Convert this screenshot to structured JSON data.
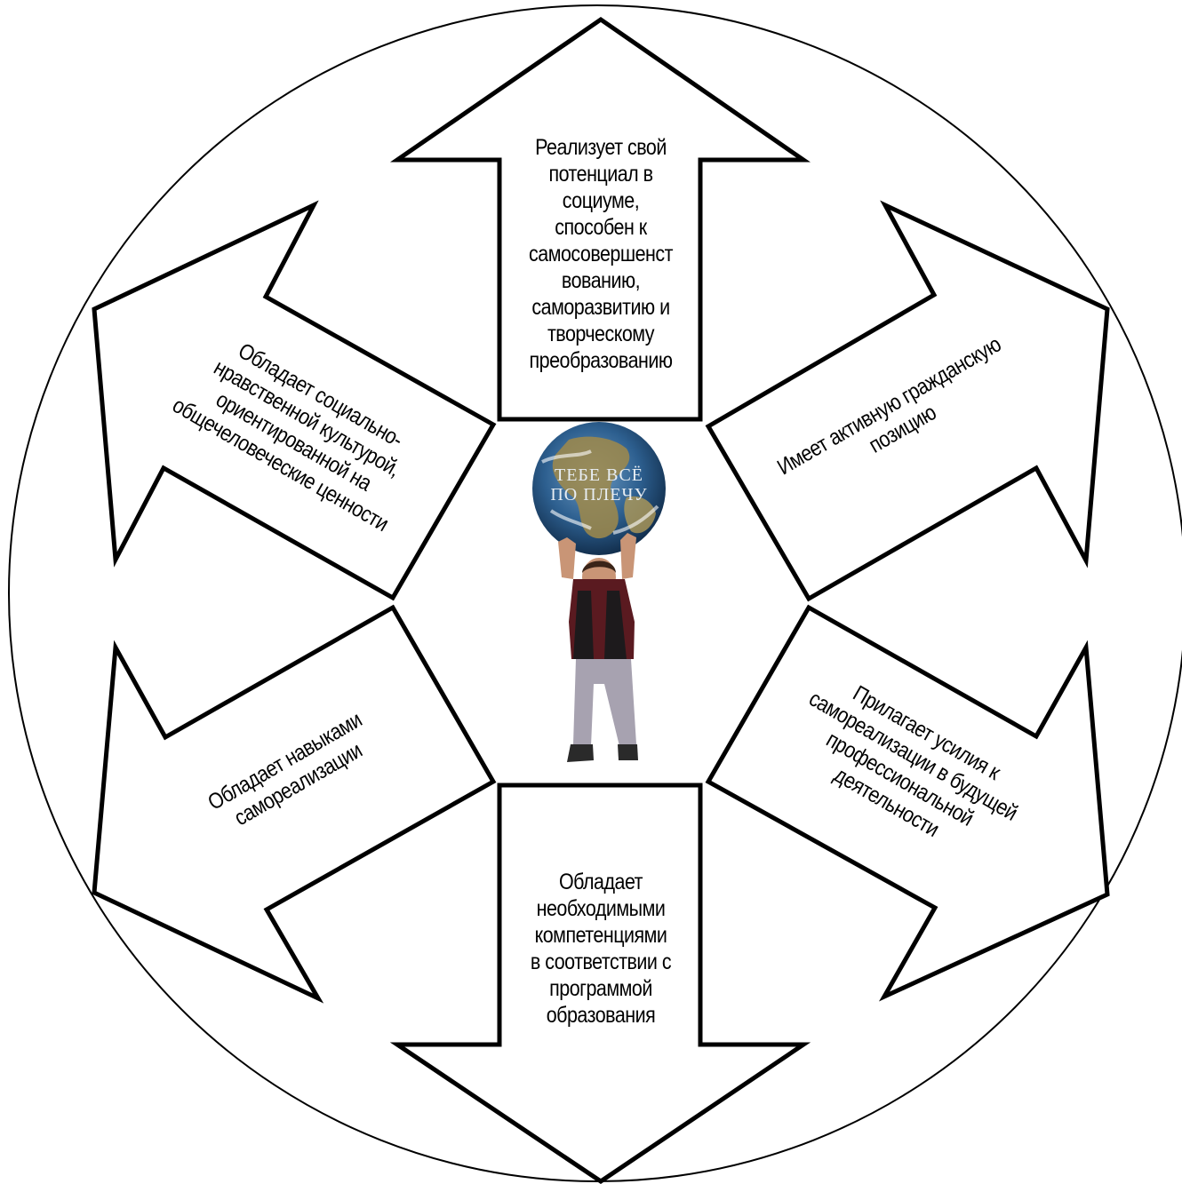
{
  "colors": {
    "outline": "#000000",
    "background": "#ffffff",
    "shirt": "#5a1a20",
    "jeans": "#a7a2b0",
    "ocean": "#2d5f8f",
    "land": "#a08a4a"
  },
  "globe": {
    "line1": "ТЕБЕ ВСЁ",
    "line2": "ПО ПЛЕЧУ"
  },
  "arrows": {
    "top": "Реализует свой\nпотенциал в\nсоциуме,\nспособен к\nсамосовершенст\nвованию,\nсаморазвитию и\nтворческому\nпреобразованию",
    "upper_right": "Имеет активную гражданскую\nпозицию",
    "lower_right": "Прилагает усилия к\nсамореализации в будущей\nпрофессиональной\nдеятельности",
    "bottom": "Обладает\nнеобходимыми\nкомпетенциями\nв соответствии с\nпрограммой\nобразования",
    "lower_left": "Обладает навыками\nсамореализации",
    "upper_left": "Обладает социально-\nнравственной культурой,\nориентированной на\nобщечеловеческие ценности"
  }
}
